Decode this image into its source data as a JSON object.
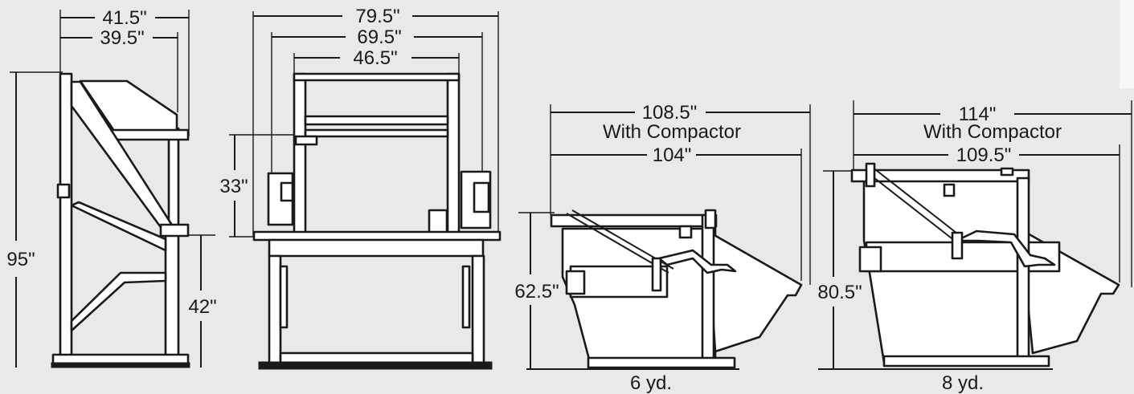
{
  "colors": {
    "background": "#e9e9e9",
    "ink": "#1a1a1a",
    "paper": "#ffffff"
  },
  "views": {
    "side": {
      "dim_outer_width": "41.5\"",
      "dim_inner_width": "39.5\"",
      "dim_total_height": "95\"",
      "dim_sill_height": "42\""
    },
    "front": {
      "dim_outer_width": "79.5\"",
      "dim_mid_width": "69.5\"",
      "dim_inner_width": "46.5\"",
      "dim_opening_height": "33\""
    },
    "container_6yd": {
      "dim_length_compactor": "108.5\"",
      "compactor_note": "With Compactor",
      "dim_length": "104\"",
      "dim_height": "62.5\"",
      "capacity": "6 yd."
    },
    "container_8yd": {
      "dim_length_compactor": "114\"",
      "compactor_note": "With Compactor",
      "dim_length": "109.5\"",
      "dim_height": "80.5\"",
      "capacity": "8 yd."
    }
  }
}
